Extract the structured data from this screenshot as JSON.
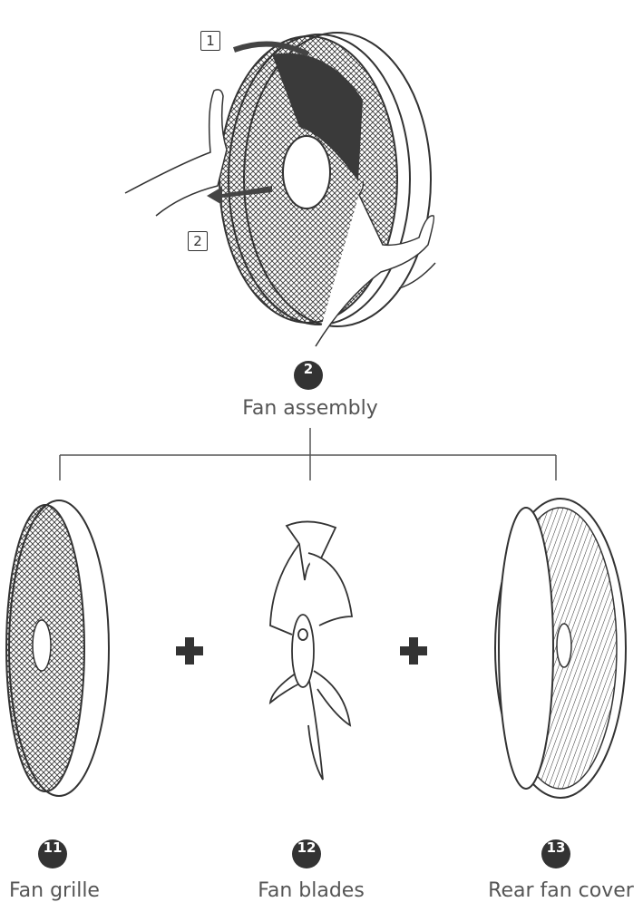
{
  "steps": {
    "step1": "1",
    "step2": "2"
  },
  "assembly": {
    "number": "2",
    "label": "Fan assembly"
  },
  "parts": [
    {
      "number": "11",
      "label": "Fan grille"
    },
    {
      "number": "12",
      "label": "Fan blades"
    },
    {
      "number": "13",
      "label": "Rear fan cover"
    }
  ],
  "colors": {
    "line": "#333333",
    "badge": "#333333",
    "text": "#555555"
  }
}
